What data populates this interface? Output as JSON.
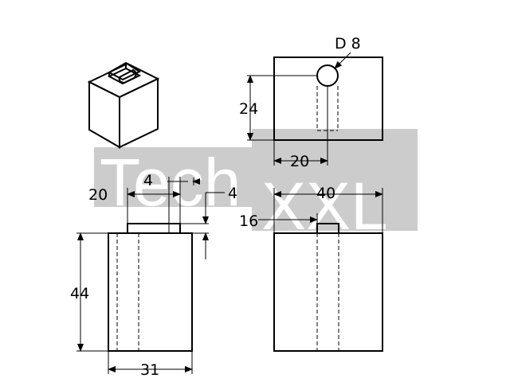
{
  "watermark": {
    "text_left": "Tech",
    "text_right": "XXL",
    "color": "#cccccc"
  },
  "dimensions": {
    "hole_diameter": "D 8",
    "top_height": "24",
    "top_hole_offset": "20",
    "front_peg_offset": "20",
    "front_peg_width": "4",
    "front_peg_height": "4",
    "front_height": "44",
    "front_width": "31",
    "side_width": "40",
    "side_peg_offset": "16"
  }
}
